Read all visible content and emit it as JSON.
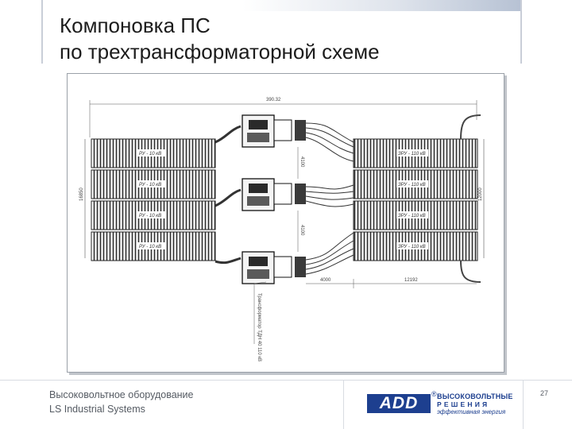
{
  "slide": {
    "title_line1": "Компоновка ПС",
    "title_line2": "по трехтрансформаторной схеме",
    "page_number": "27"
  },
  "footer": {
    "line1": "Высоковольтное оборудование",
    "line2": "LS Industrial Systems"
  },
  "logo": {
    "mark": "ADD",
    "reg": "®",
    "line1": "ВЫСОКОВОЛЬТНЫЕ",
    "line2": "РЕШЕНИЯ",
    "line3": "эффективная энергия"
  },
  "drawing": {
    "dim_top": "390.32",
    "dim_left_height": "16850",
    "dim_right_height": "12000",
    "dim_spacing_1": "4100",
    "dim_spacing_2": "4100",
    "dim_bottom_1": "4000",
    "dim_bottom_2": "12192",
    "left_cells": [
      "РУ - 10 кВ",
      "РУ - 10 кВ",
      "РУ - 10 кВ",
      "РУ - 10 кВ"
    ],
    "right_cells": [
      "ЗРУ - 110 кВ",
      "ЗРУ - 110 кВ",
      "ЗРУ - 110 кВ",
      "ЗРУ - 110 кВ"
    ],
    "transformer_note": "Трансформатор ТДН 40 110 кВ"
  }
}
